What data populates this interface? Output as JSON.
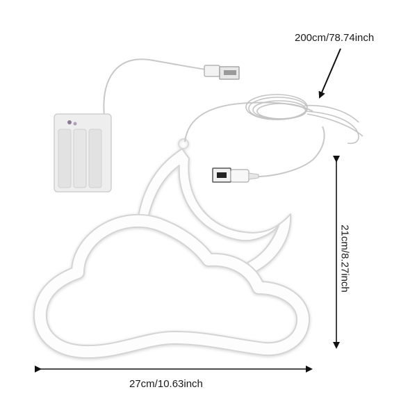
{
  "dimensions": {
    "cable_length": "200cm/78.74inch",
    "height": "21cm/8.27inch",
    "width": "27cm/10.63inch"
  },
  "product": {
    "items": [
      "neon-cloud-moon-sign",
      "battery-box",
      "usb-plug",
      "usb-socket",
      "coiled-cable"
    ]
  },
  "colors": {
    "background": "#ffffff",
    "neon_tube": "#fdfdfd",
    "tube_outline": "#d4d4d4",
    "arrow": "#111111",
    "cable": "#c8c8c8"
  }
}
